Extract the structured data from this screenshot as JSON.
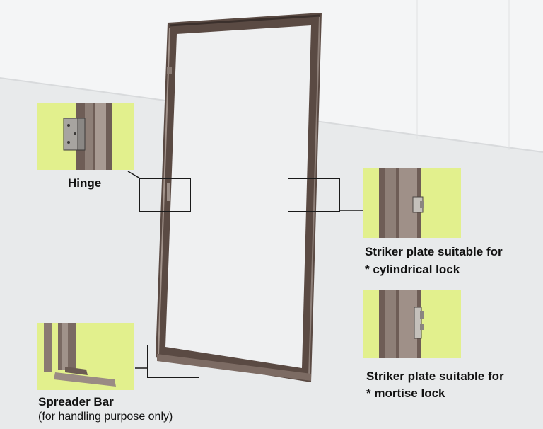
{
  "callouts": {
    "hinge": {
      "label": "Hinge"
    },
    "spreader_bar": {
      "label": "Spreader Bar",
      "note": "(for handling purpose only)"
    },
    "striker_cylindrical": {
      "line1": "Striker plate suitable for",
      "line2": "* cylindrical lock"
    },
    "striker_mortise": {
      "line1": "Striker plate suitable for",
      "line2": "* mortise lock"
    }
  },
  "colors": {
    "inset_background": "#e2f08d",
    "frame_metal": "#6b5a52",
    "wall": "#eef0f1"
  }
}
